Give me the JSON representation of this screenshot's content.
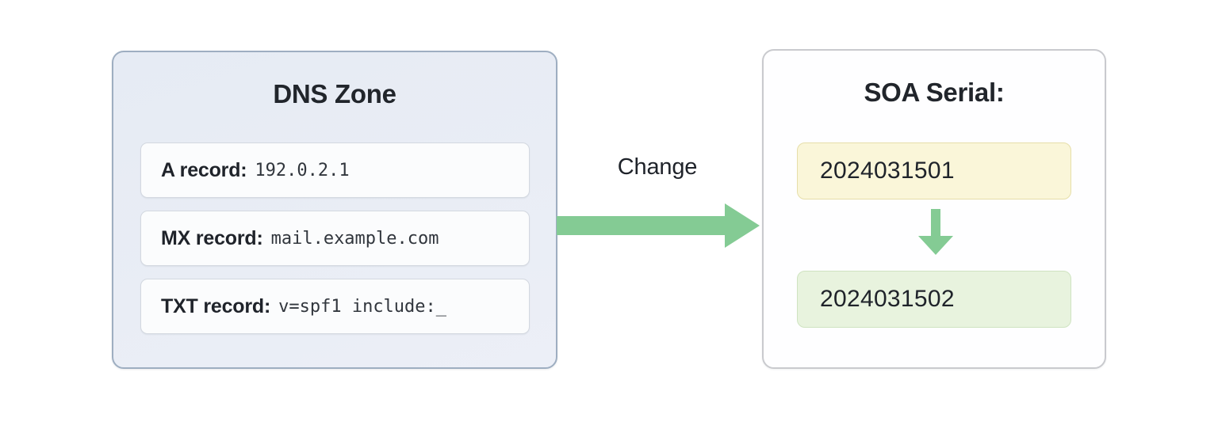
{
  "colors": {
    "accent_green": "#84cb94",
    "zone_border": "#9eaec1",
    "zone_fill": "#e8edf5",
    "card_border": "#c9cace",
    "serial_old_fill": "#faf6d9",
    "serial_old_border": "#e6dea9",
    "serial_new_fill": "#e8f3de",
    "serial_new_border": "#cfe3c1",
    "text": "#21252b",
    "page_background": "#ffffff"
  },
  "zone": {
    "title": "DNS Zone",
    "records": [
      {
        "label": "A record:",
        "value": "192.0.2.1"
      },
      {
        "label": "MX record:",
        "value": "mail.example.com"
      },
      {
        "label": "TXT record:",
        "value": "v=spf1 include:_"
      }
    ]
  },
  "flow": {
    "change_label": "Change",
    "arrow_icon": "arrow-right-icon",
    "down_arrow_icon": "arrow-down-icon"
  },
  "soa": {
    "title": "SOA Serial:",
    "old_serial": "2024031501",
    "new_serial": "2024031502"
  }
}
